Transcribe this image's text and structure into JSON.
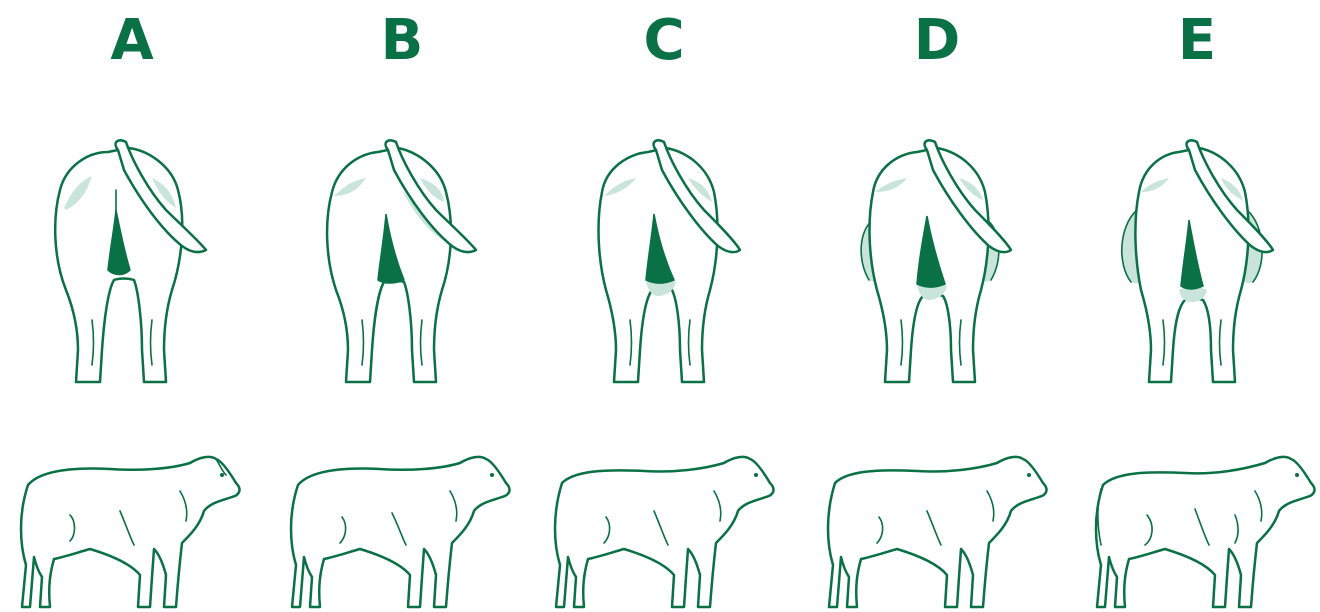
{
  "accent": "#0a7046",
  "fill_light": "#c9e4da",
  "columns": [
    {
      "label": "A"
    },
    {
      "label": "B"
    },
    {
      "label": "C"
    },
    {
      "label": "D"
    },
    {
      "label": "E"
    }
  ]
}
